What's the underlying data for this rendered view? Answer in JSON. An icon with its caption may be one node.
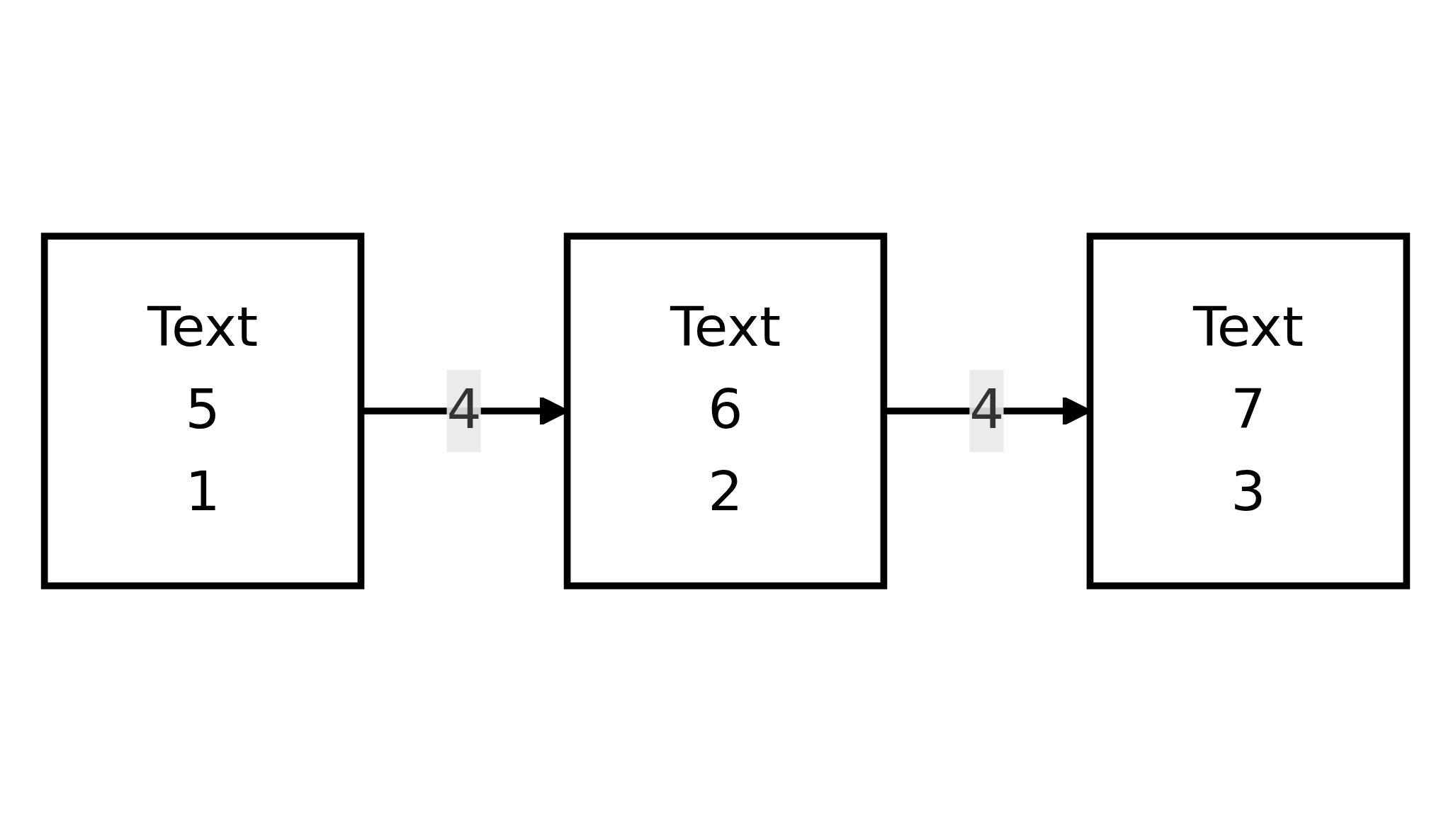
{
  "diagram": {
    "nodes": [
      {
        "text": [
          "Text",
          "5",
          "1"
        ]
      },
      {
        "text": [
          "Text",
          "6",
          "2"
        ]
      },
      {
        "text": [
          "Text",
          "7",
          "3"
        ]
      }
    ],
    "edges": [
      {
        "from": 0,
        "to": 1,
        "arrow": "to",
        "label": "4"
      },
      {
        "from": 1,
        "to": 2,
        "arrow": "to",
        "label": "4"
      }
    ]
  }
}
